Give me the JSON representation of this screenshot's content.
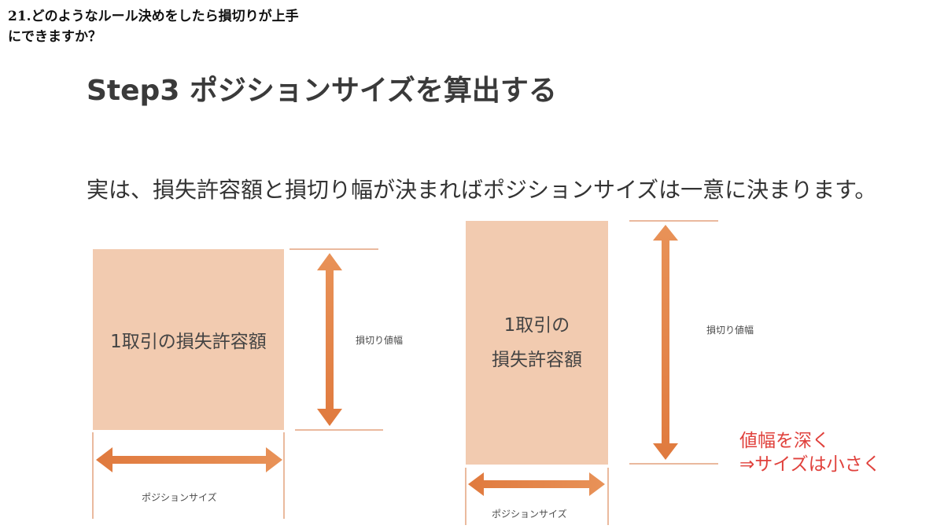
{
  "question": {
    "number": "21.",
    "text": "どのようなルール決めをしたら損切りが上手にできますか？"
  },
  "slide": {
    "step_title": "Step3 ポジションサイズを算出する",
    "lead_text": "実は、損失許容額と損切り幅が決まればポジションサイズは一意に決まります。"
  },
  "diagram_left": {
    "box_label": "1取引の損失許容額",
    "height_label": "損切り値幅",
    "width_label": "ポジションサイズ"
  },
  "diagram_right": {
    "box_label": "1取引の\n損失許容額",
    "height_label": "損切り値幅",
    "width_label": "ポジションサイズ"
  },
  "note": {
    "line1": "値幅を深く",
    "line2": "⇒サイズは小さく"
  },
  "colors": {
    "box_fill": "#f2cbb0",
    "arrow": "#e07a3e",
    "note_red": "#e0413c"
  }
}
